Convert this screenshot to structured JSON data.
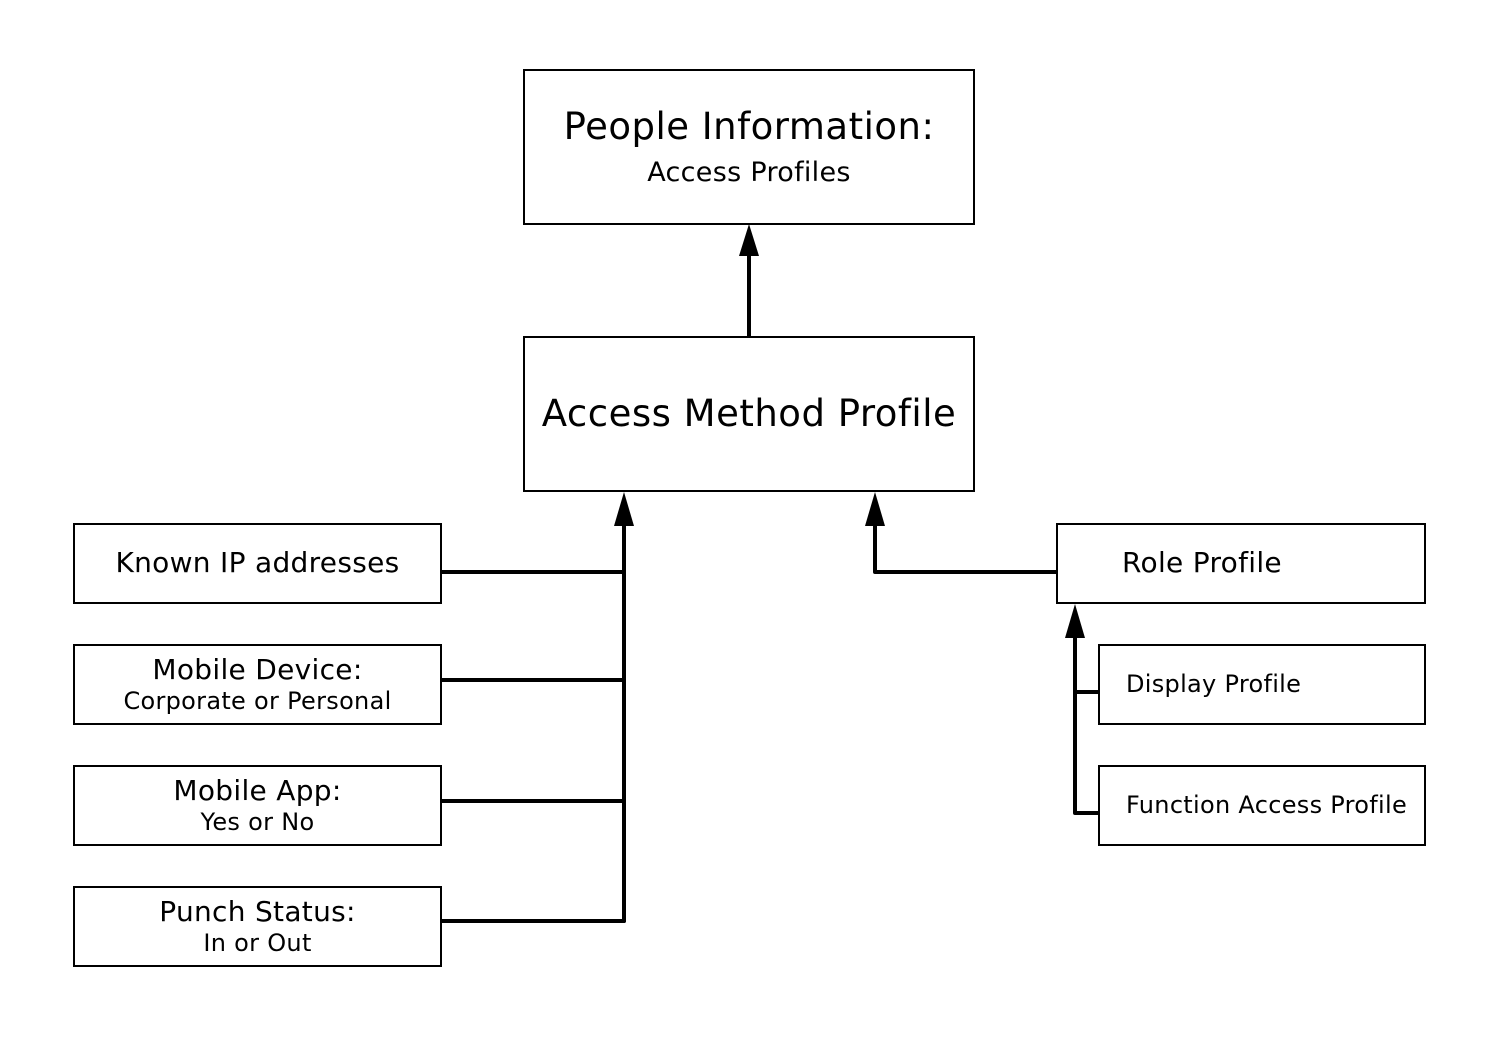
{
  "diagram": {
    "nodes": {
      "people_info": {
        "title": "People Information:",
        "subtitle": "Access Profiles"
      },
      "access_method": {
        "title": "Access Method Profile"
      },
      "known_ip": {
        "title": "Known IP addresses"
      },
      "mobile_device": {
        "title": "Mobile Device:",
        "subtitle": "Corporate or Personal"
      },
      "mobile_app": {
        "title": "Mobile App:",
        "subtitle": "Yes or No"
      },
      "punch_status": {
        "title": "Punch Status:",
        "subtitle": "In or Out"
      },
      "role_profile": {
        "title": "Role Profile"
      },
      "display_profile": {
        "title": "Display Profile"
      },
      "function_access": {
        "title": "Function Access Profile"
      }
    },
    "edges": [
      {
        "from": "Access Method Profile",
        "to": "People Information:"
      },
      {
        "from": "Known IP addresses",
        "to": "Access Method Profile"
      },
      {
        "from": "Mobile Device:",
        "to": "Access Method Profile"
      },
      {
        "from": "Mobile App:",
        "to": "Access Method Profile"
      },
      {
        "from": "Punch Status:",
        "to": "Access Method Profile"
      },
      {
        "from": "Role Profile",
        "to": "Access Method Profile"
      },
      {
        "from": "Display Profile",
        "to": "Role Profile"
      },
      {
        "from": "Function Access Profile",
        "to": "Role Profile"
      }
    ]
  },
  "colors": {
    "stroke": "#000000",
    "background": "#ffffff"
  }
}
